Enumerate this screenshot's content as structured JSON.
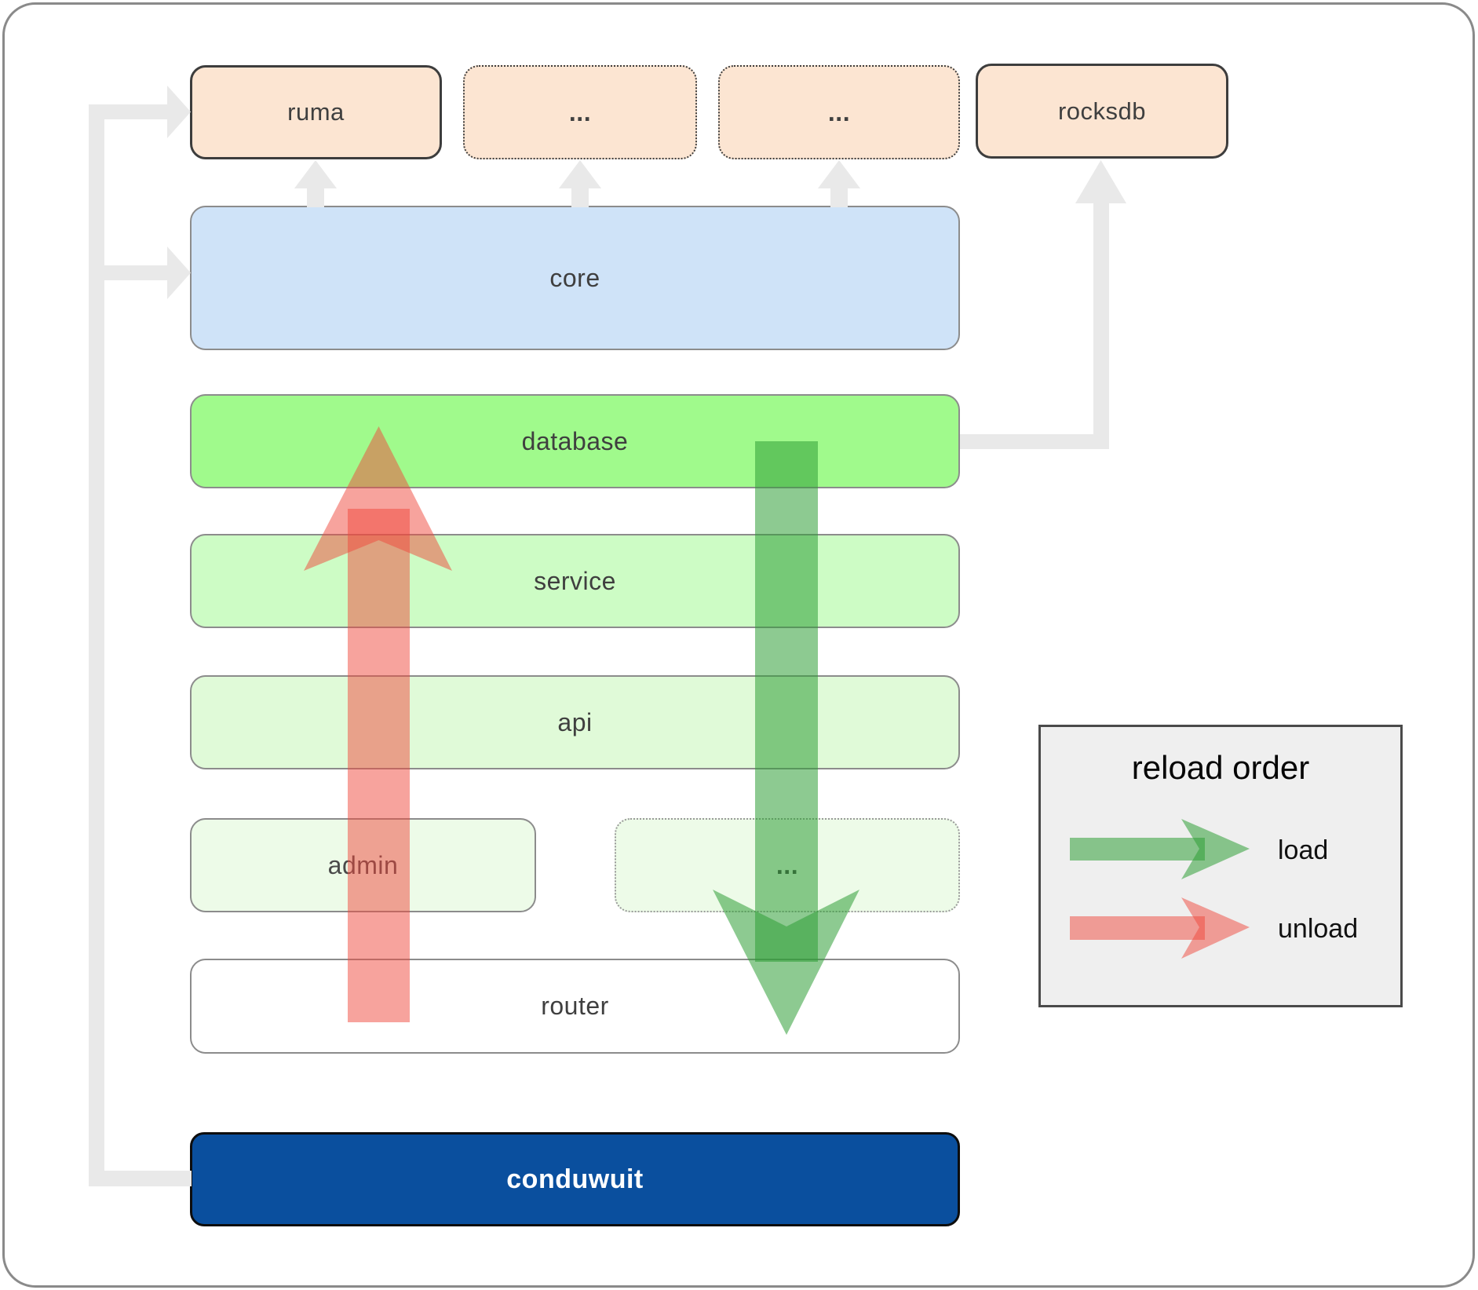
{
  "nodes": {
    "ruma": {
      "label": "ruma"
    },
    "dep_more_1": {
      "label": "..."
    },
    "dep_more_2": {
      "label": "..."
    },
    "rocksdb": {
      "label": "rocksdb"
    },
    "core": {
      "label": "core"
    },
    "database": {
      "label": "database"
    },
    "service": {
      "label": "service"
    },
    "api": {
      "label": "api"
    },
    "admin": {
      "label": "admin"
    },
    "service_more": {
      "label": "..."
    },
    "router": {
      "label": "router"
    },
    "conduwuit": {
      "label": "conduwuit"
    }
  },
  "legend": {
    "title": "reload order",
    "items": [
      {
        "label": "load",
        "color": "#2f9e36"
      },
      {
        "label": "unload",
        "color": "#f0483c"
      }
    ]
  },
  "colors": {
    "external_box": "#fce5d2",
    "core_box": "#cfe3f8",
    "database_box": "#a0fa8c",
    "service_box": "#cdfcc5",
    "api_box": "#e0fad8",
    "admin_box": "#edfbe8",
    "router_box": "#ffffff",
    "conduwuit_box": "#0a4f9e",
    "load_arrow": "#2f9e36",
    "unload_arrow": "#f0483c",
    "connector": "#e9e9e9"
  }
}
